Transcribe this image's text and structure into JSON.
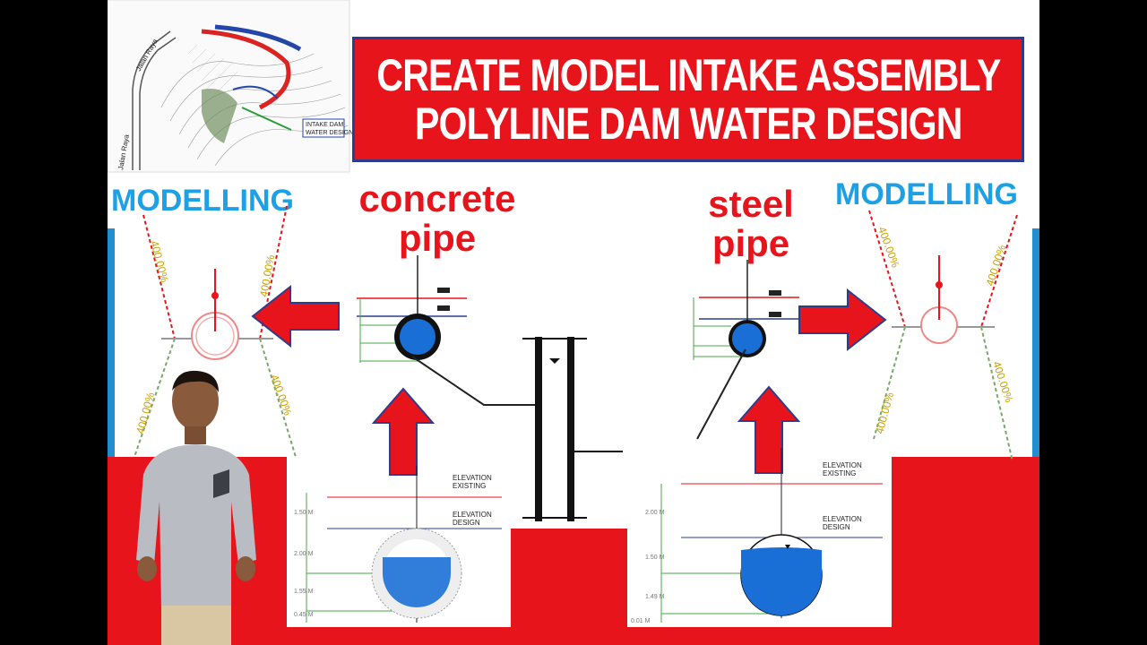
{
  "title": {
    "line1": "CREATE MODEL INTAKE ASSEMBLY",
    "line2": "POLYLINE DAM WATER DESIGN"
  },
  "labels": {
    "modelling_left": "MODELLING",
    "modelling_right": "MODELLING",
    "concrete": "concrete",
    "concrete_pipe": "pipe",
    "steel": "steel",
    "steel_pipe": "pipe"
  },
  "map": {
    "road_label_top": "Jalan Raya",
    "road_label_left": "Jalan Raya",
    "legend_line1": "INTAKE DAM",
    "legend_line2": "WATER DESIGN"
  },
  "slope_labels": {
    "left_upper_a": "400.00%",
    "left_upper_b": "400.00%",
    "left_lower_a": "400.00%",
    "left_lower_b": "400.00%",
    "right_upper_a": "400.00%",
    "right_upper_b": "400.00%",
    "right_lower_a": "400.00%",
    "right_lower_b": "400.00%"
  },
  "section_left": {
    "elev_existing": "ELEVATION",
    "elev_existing_2": "EXISTING",
    "elev_design": "ELEVATION",
    "elev_design_2": "DESIGN",
    "dims": [
      "1.50 M",
      "2.00 M",
      "1.55 M",
      "0.45 M"
    ]
  },
  "section_right": {
    "elev_existing": "ELEVATION",
    "elev_existing_2": "EXISTING",
    "elev_design": "ELEVATION",
    "elev_design_2": "DESIGN",
    "dims": [
      "2.00 M",
      "1.50 M",
      "1.49 M",
      "0.01 M"
    ]
  },
  "colors": {
    "red": "#e8141c",
    "blue": "#1ea0e6",
    "navy": "#2a3d8f",
    "water": "#1a6fd6"
  }
}
